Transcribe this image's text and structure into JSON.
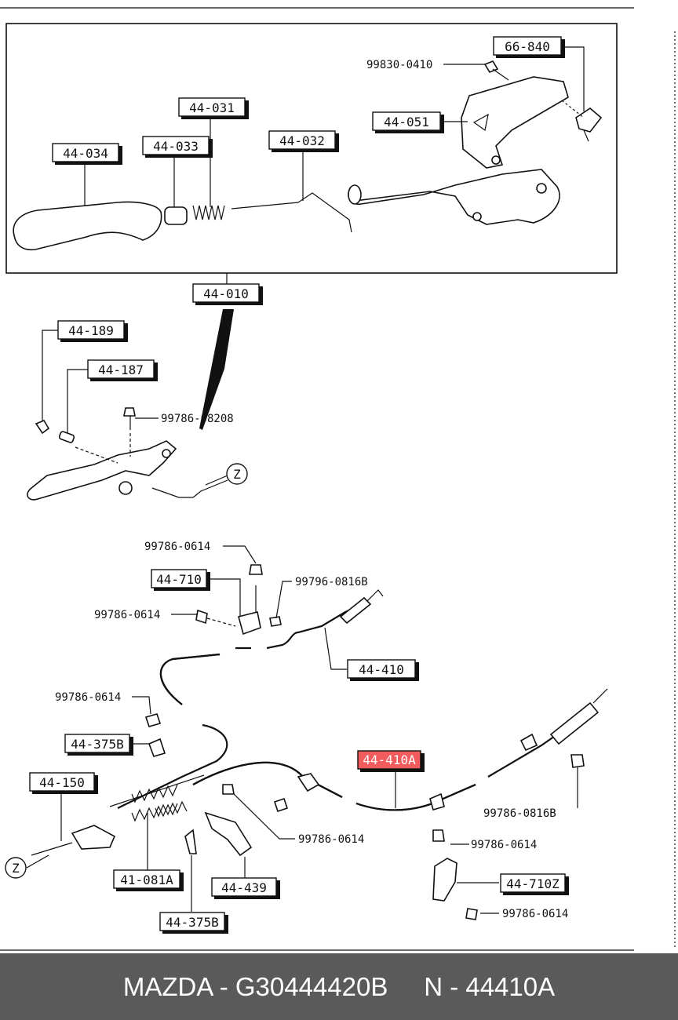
{
  "callouts": {
    "c66840": "66-840",
    "c99830": "99830-0410",
    "c44051": "44-051",
    "c44031": "44-031",
    "c44034": "44-034",
    "c44033": "44-033",
    "c44032": "44-032",
    "c44010": "44-010",
    "c44189": "44-189",
    "c44187": "44-187",
    "c99786_0820": "99786-08208",
    "zoneZ1": "Z",
    "c99786_0614a": "99786-0614",
    "c44710": "44-710",
    "c99796": "99796-0816B",
    "c99786_0614b": "99786-0614",
    "c44410": "44-410",
    "c99786_0614c": "99786-0614",
    "c44375B_top": "44-375B",
    "c44410A": "44-410A",
    "c44150": "44-150",
    "c99786_0816": "99786-0816B",
    "c99786_0614d": "99786-0614",
    "c99786_0614e": "99786-0614",
    "zoneZ2": "Z",
    "c41081A": "41-081A",
    "c44439": "44-439",
    "c44710Z": "44-710Z",
    "c99786_0614f": "99786-0614",
    "c44375B_bottom": "44-375B"
  },
  "highlight_color": "#f25c5c",
  "footer": {
    "text": "MAZDA - G30444420B     N - 44410A"
  }
}
